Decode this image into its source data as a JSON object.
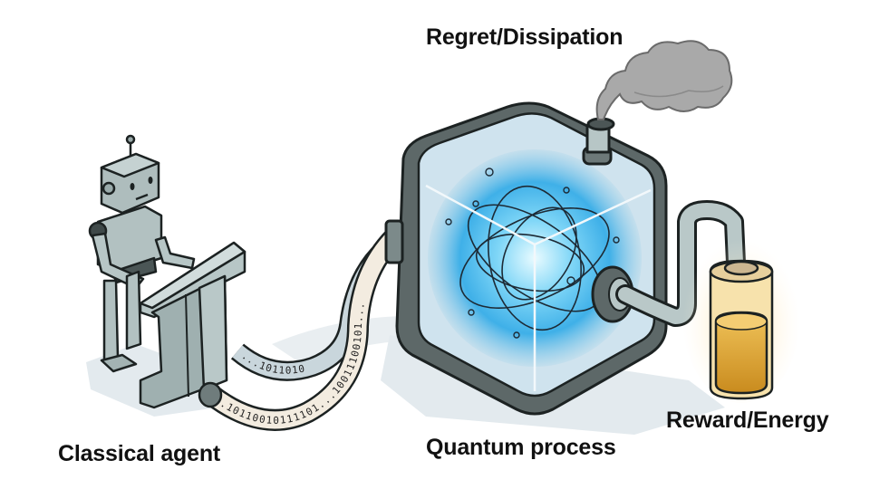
{
  "labels": {
    "regret": "Regret/Dissipation",
    "agent": "Classical agent",
    "quantum": "Quantum process",
    "reward": "Reward/Energy"
  },
  "tapes": {
    "upper": "...1011010",
    "lower": "...10110010111101...10011100101..."
  },
  "colors": {
    "metal": "#b7c6c6",
    "metal_dark": "#5f6b6b",
    "glass": "#cfe3ee",
    "glow": "#3fb8f0",
    "tape": "#f3ece0",
    "energy": "#e4a52a",
    "smoke": "#a8a8a8",
    "shadow": "#dde6ea"
  }
}
